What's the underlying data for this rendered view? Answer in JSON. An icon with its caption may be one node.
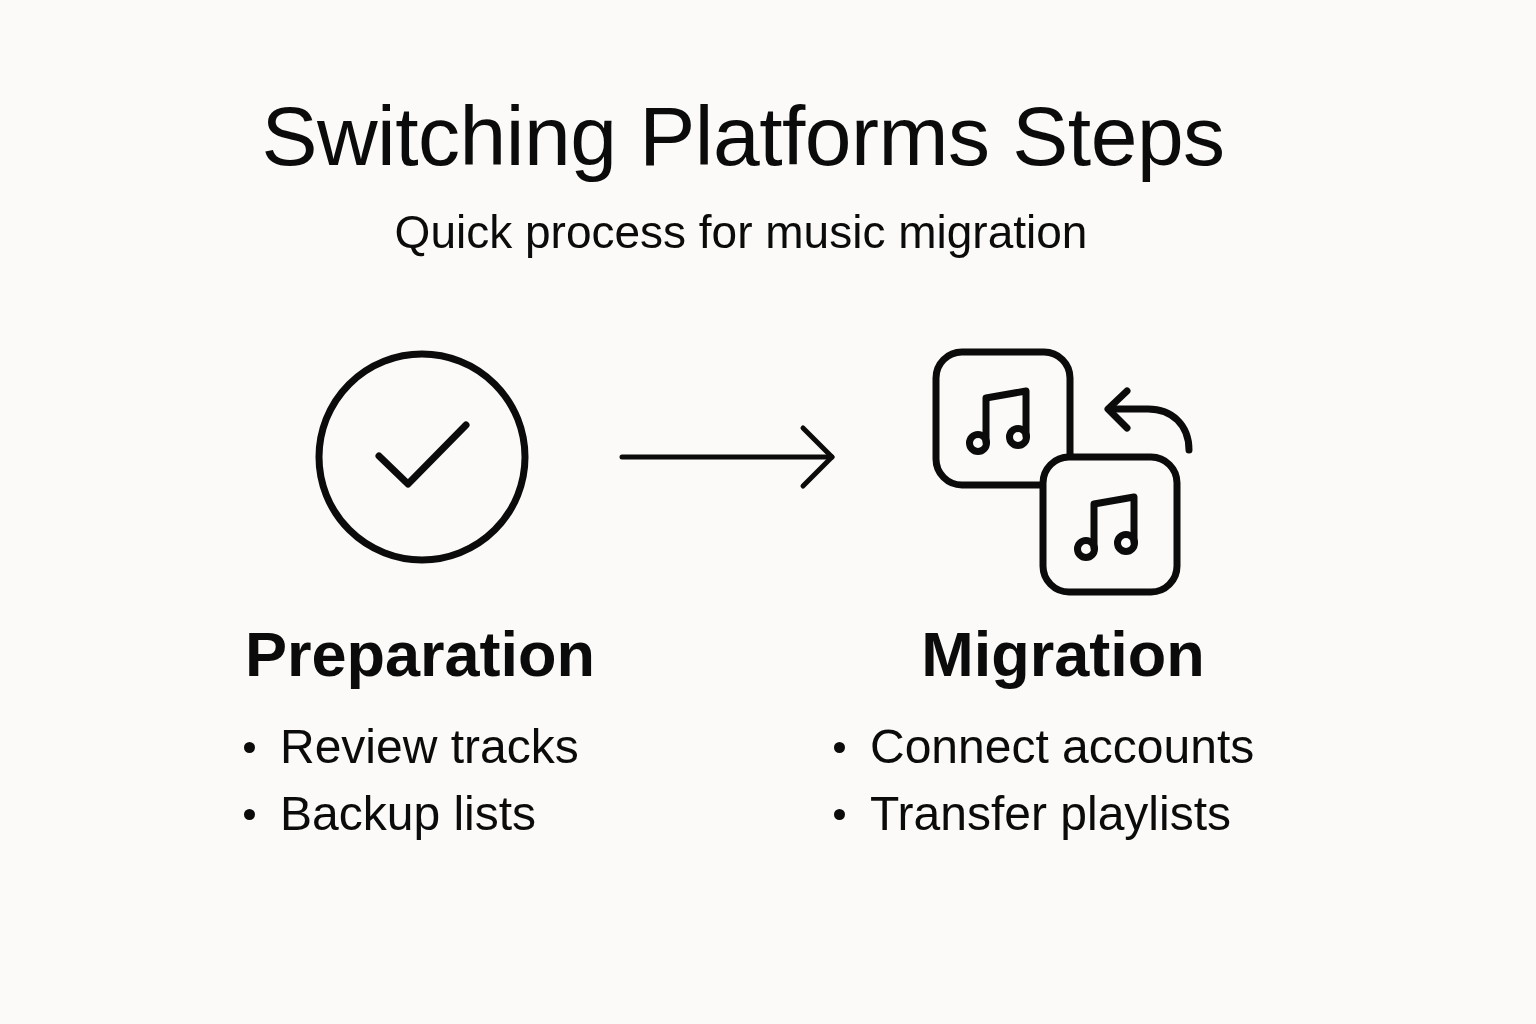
{
  "diagram": {
    "title": "Switching Platforms Steps",
    "nodes": [
      {
        "text": [
          "Preparation",
          "Review tracks",
          "Backup lists"
        ]
      },
      {
        "text": [
          "Migration",
          "Connect accounts",
          "Transfer playlists"
        ]
      }
    ],
    "edges": [
      {
        "from": 0,
        "to": 1,
        "arrow": "to"
      }
    ],
    "labels": [
      "Quick process for music migration"
    ]
  }
}
